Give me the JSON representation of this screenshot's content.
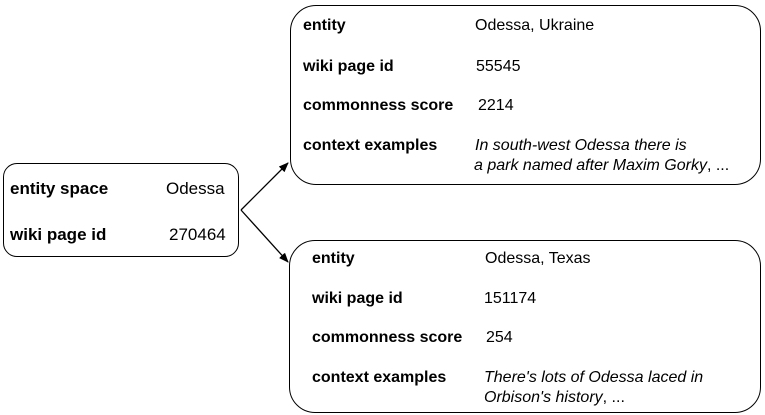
{
  "source_entity": {
    "entity_space_label": "entity space",
    "entity_space_value": "Odessa",
    "wiki_page_id_label": "wiki page id",
    "wiki_page_id_value": "270464"
  },
  "candidates": [
    {
      "entity_label": "entity",
      "entity_value": "Odessa,  Ukraine",
      "wiki_page_id_label": "wiki page id",
      "wiki_page_id_value": "55545",
      "commonness_label": "commonness score",
      "commonness_value": "2214",
      "context_label": "context examples",
      "context_line1": "In south-west Odessa there is",
      "context_line2_italic": "a park named after Maxim Gorky",
      "context_line2_tail": ", ..."
    },
    {
      "entity_label": "entity",
      "entity_value": "Odessa,  Texas",
      "wiki_page_id_label": "wiki page id",
      "wiki_page_id_value": "151174",
      "commonness_label": "commonness score",
      "commonness_value": "254",
      "context_label": "context examples",
      "context_line1": "There's lots of Odessa laced in",
      "context_line2_italic": "Orbison's history",
      "context_line2_tail": ", ..."
    }
  ]
}
